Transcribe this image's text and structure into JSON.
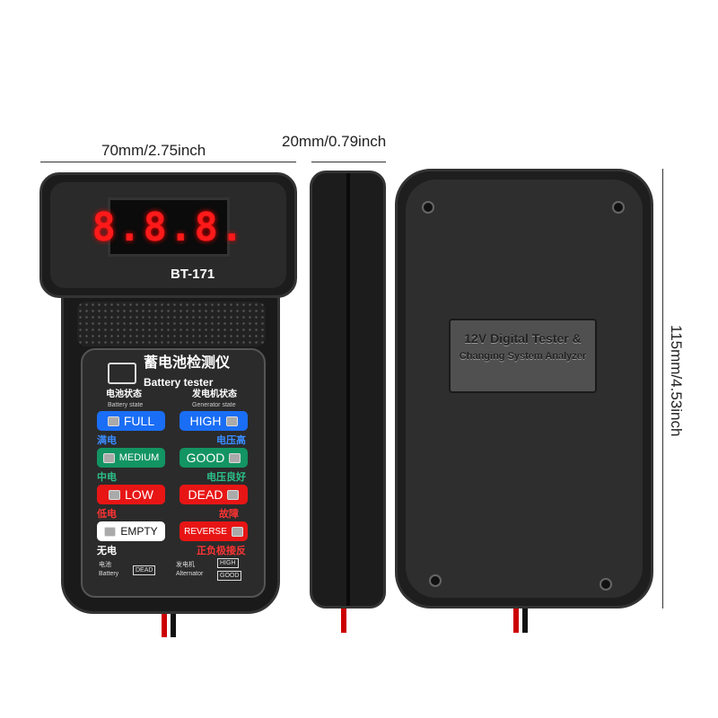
{
  "dimensions": {
    "width": "70mm/2.75inch",
    "depth": "20mm/0.79inch",
    "height": "115mm/4.53inch"
  },
  "front": {
    "display": "8.8.8.",
    "model": "BT-171",
    "title_cn": "蓄电池检测仪",
    "title_en": "Battery tester",
    "battery_state_cn": "电池状态",
    "battery_state_en": "Battery state",
    "generator_state_cn": "发电机状态",
    "generator_state_en": "Generator state",
    "battery": [
      {
        "label": "FULL",
        "cn": "满电",
        "color": "#1a6ef5"
      },
      {
        "label": "MEDIUM",
        "cn": "中电",
        "color": "#139463"
      },
      {
        "label": "LOW",
        "cn": "低电",
        "color": "#e81515"
      },
      {
        "label": "EMPTY",
        "cn": "无电",
        "color": "#ffffff"
      }
    ],
    "generator": [
      {
        "label": "HIGH",
        "cn": "电压高",
        "color": "#1a6ef5"
      },
      {
        "label": "GOOD",
        "cn": "电压良好",
        "color": "#139463"
      },
      {
        "label": "DEAD",
        "cn": "故障",
        "color": "#e81515"
      },
      {
        "label": "REVERSE",
        "cn": "正负极接反",
        "color": "#e81515"
      }
    ],
    "legend": {
      "battery_cn": "电池",
      "battery_en": "Battery",
      "battery_tag": "DEAD",
      "alt_cn": "发电机",
      "alt_en": "Alternator",
      "alt_tag1": "HIGH",
      "alt_tag2": "GOOD"
    }
  },
  "back": {
    "line1": "12V Digital Tester &",
    "line2": "Changing System Analyzer"
  }
}
